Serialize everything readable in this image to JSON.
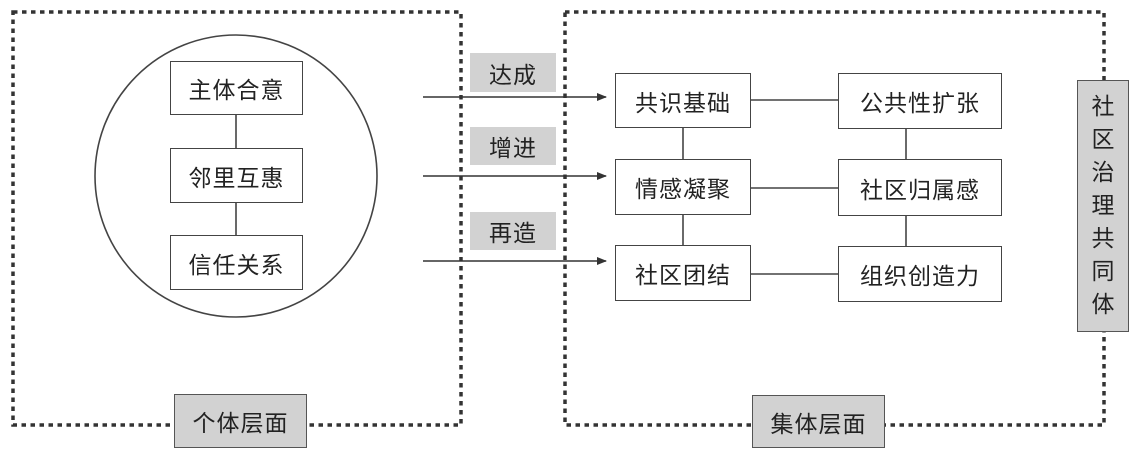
{
  "left_panel": {
    "label": "个体层面",
    "items": [
      "主体合意",
      "邻里互惠",
      "信任关系"
    ]
  },
  "arrows": [
    "达成",
    "增进",
    "再造"
  ],
  "right_panel": {
    "label": "集体层面",
    "col1": [
      "共识基础",
      "情感凝聚",
      "社区团结"
    ],
    "col2": [
      "公共性扩张",
      "社区归属感",
      "组织创造力"
    ]
  },
  "side_label": [
    "社",
    "区",
    "治",
    "理",
    "共",
    "同",
    "体"
  ]
}
